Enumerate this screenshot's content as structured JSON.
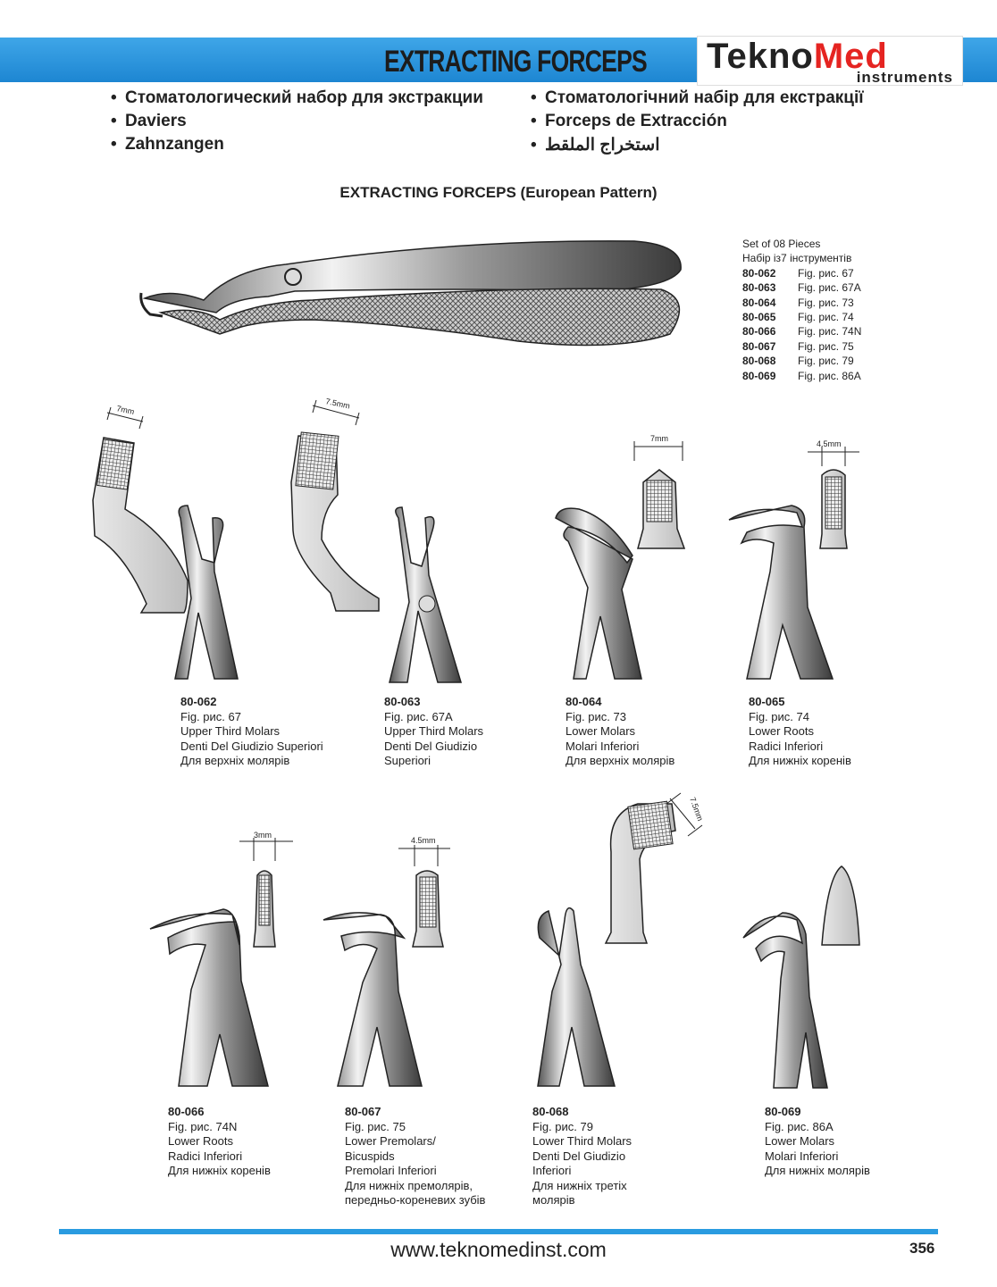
{
  "header": {
    "title": "EXTRACTING FORCEPS",
    "logo_part1": "Tekno",
    "logo_part2": "Med",
    "logo_sub": "instruments",
    "colors": {
      "band": "#2a9be0",
      "logo_red": "#e52421"
    }
  },
  "bullets_left": [
    "Стоматологический набор для экстракции",
    "Daviers",
    "Zahnzangen"
  ],
  "bullets_right": [
    "Стоматологічний набір для екстракції",
    "Forceps de Extracción",
    "استخراج الملقط"
  ],
  "section_title": "EXTRACTING FORCEPS (European Pattern)",
  "set_info": {
    "line1": "Set of 08 Pieces",
    "line2": "Набір із7 інструментів",
    "items": [
      {
        "code": "80-062",
        "fig": "Fig. рис. 67"
      },
      {
        "code": "80-063",
        "fig": "Fig. рис. 67A"
      },
      {
        "code": "80-064",
        "fig": "Fig. рис. 73"
      },
      {
        "code": "80-065",
        "fig": "Fig. рис. 74"
      },
      {
        "code": "80-066",
        "fig": "Fig. рис. 74N"
      },
      {
        "code": "80-067",
        "fig": "Fig. рис. 75"
      },
      {
        "code": "80-068",
        "fig": "Fig. рис. 79"
      },
      {
        "code": "80-069",
        "fig": "Fig. рис. 86A"
      }
    ]
  },
  "dimensions": {
    "d062": "7mm",
    "d063": "7.5mm",
    "d064": "7mm",
    "d065": "4.5mm",
    "d066": "3mm",
    "d067": "4.5mm",
    "d068": "7.5mm"
  },
  "products": [
    {
      "code": "80-062",
      "lines": [
        "Fig. рис. 67",
        "Upper Third Molars",
        "Denti Del Giudizio Superiori",
        "Для верхніх молярів"
      ]
    },
    {
      "code": "80-063",
      "lines": [
        "Fig. рис. 67A",
        "Upper Third Molars",
        "Denti Del Giudizio",
        "Superiori"
      ]
    },
    {
      "code": "80-064",
      "lines": [
        "Fig. рис. 73",
        "Lower Molars",
        "Molari Inferiori",
        "Для верхніх молярів"
      ]
    },
    {
      "code": "80-065",
      "lines": [
        "Fig. рис. 74",
        "Lower Roots",
        "Radici Inferiori",
        "Для нижніх коренів"
      ]
    },
    {
      "code": "80-066",
      "lines": [
        "Fig. рис. 74N",
        "Lower Roots",
        "Radici Inferiori",
        "Для нижніх коренів"
      ]
    },
    {
      "code": "80-067",
      "lines": [
        "Fig. рис. 75",
        "Lower Premolars/",
        "Bicuspids",
        "Premolari Inferiori",
        "Для нижніх премолярів,",
        "передньо-кореневих зубів"
      ]
    },
    {
      "code": "80-068",
      "lines": [
        "Fig. рис. 79",
        "Lower Third Molars",
        "Denti Del Giudizio",
        "Inferiori",
        "Для нижніх третіх",
        "молярів"
      ]
    },
    {
      "code": "80-069",
      "lines": [
        "Fig. рис. 86A",
        "Lower Molars",
        "Molari Inferiori",
        "Для нижніх молярів"
      ]
    }
  ],
  "footer": {
    "url": "www.teknomedinst.com",
    "page": "356"
  }
}
